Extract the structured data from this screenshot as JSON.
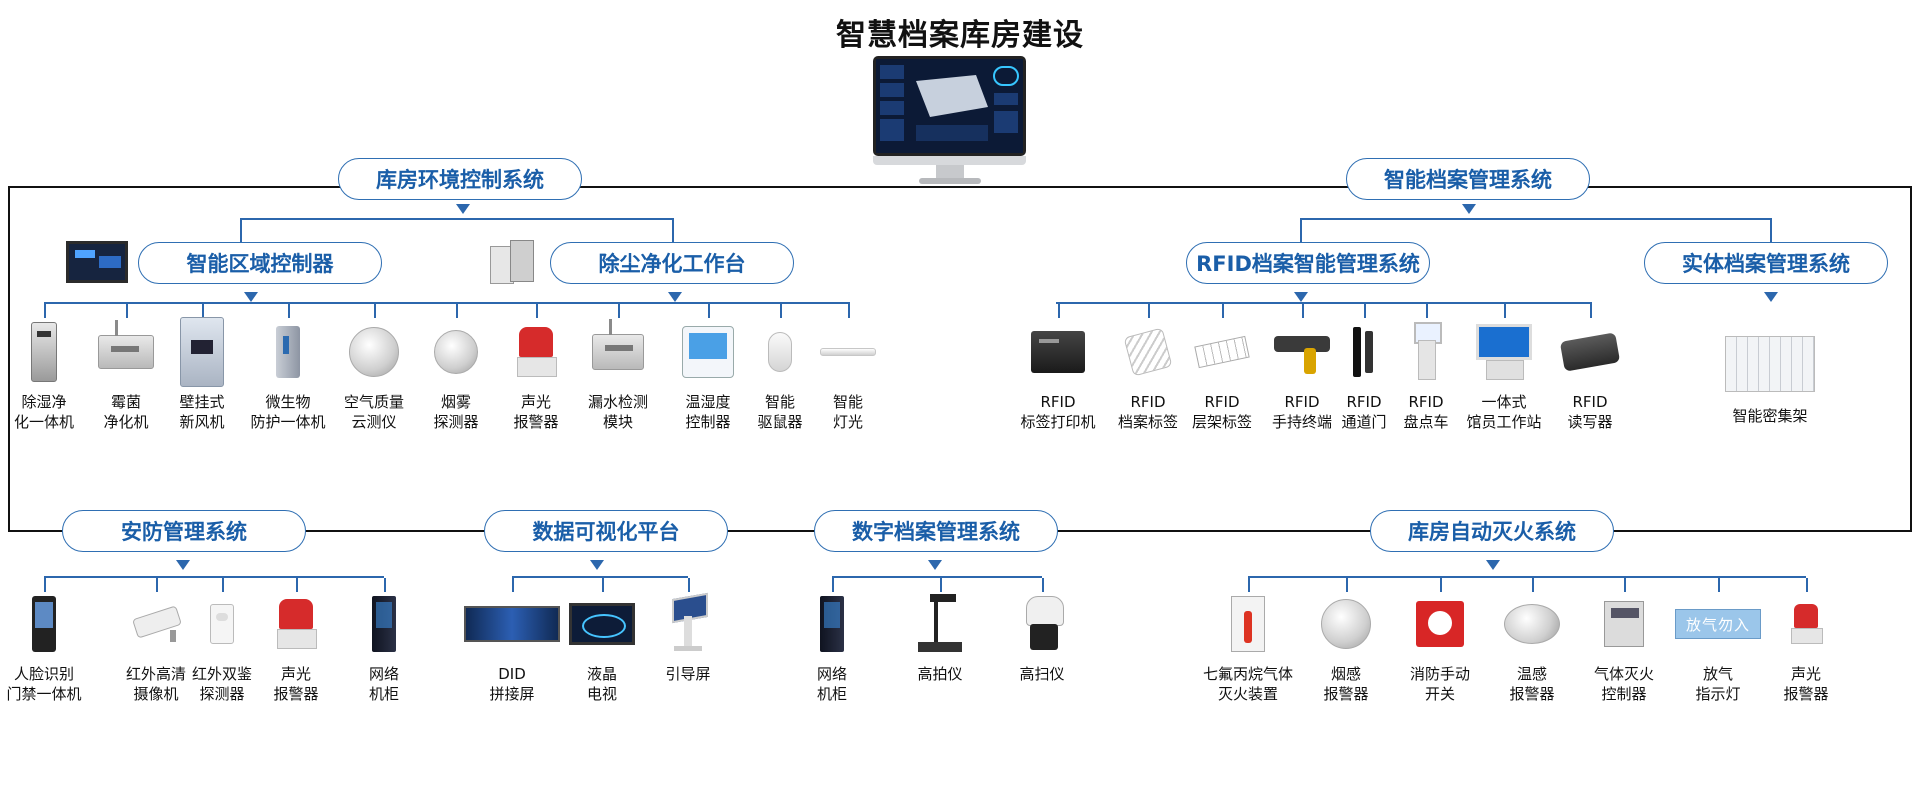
{
  "title": "智慧档案库房建设",
  "icons": {
    "monitor": "dashboard-monitor-icon",
    "controller_panel": "control-panel-icon",
    "dust_workbench": "purification-workbench-icon"
  },
  "colors": {
    "accent": "#1a5ea8",
    "line": "#2c67ad",
    "frame": "#111111"
  },
  "groups": {
    "env": {
      "title": "库房环境控制系统",
      "sub1": "智能区域控制器",
      "sub2": "除尘净化工作台",
      "items": [
        {
          "l1": "除湿净",
          "l2": "化一体机",
          "icon": "dehumidifier-icon"
        },
        {
          "l1": "霉菌",
          "l2": "净化机",
          "icon": "mold-purifier-icon"
        },
        {
          "l1": "壁挂式",
          "l2": "新风机",
          "icon": "fresh-air-unit-icon"
        },
        {
          "l1": "微生物",
          "l2": "防护一体机",
          "icon": "microbe-protector-icon"
        },
        {
          "l1": "空气质量",
          "l2": "云测仪",
          "icon": "air-quality-sensor-icon"
        },
        {
          "l1": "烟雾",
          "l2": "探测器",
          "icon": "smoke-detector-icon"
        },
        {
          "l1": "声光",
          "l2": "报警器",
          "icon": "siren-icon"
        },
        {
          "l1": "漏水检测",
          "l2": "模块",
          "icon": "water-leak-module-icon"
        },
        {
          "l1": "温湿度",
          "l2": "控制器",
          "icon": "thermostat-icon"
        },
        {
          "l1": "智能",
          "l2": "驱鼠器",
          "icon": "rodent-repeller-icon"
        },
        {
          "l1": "智能",
          "l2": "灯光",
          "icon": "smart-light-icon"
        }
      ]
    },
    "archive": {
      "title": "智能档案管理系统",
      "sub1": "RFID档案智能管理系统",
      "sub2": "实体档案管理系统",
      "items": [
        {
          "l1": "RFID",
          "l2": "标签打印机",
          "icon": "label-printer-icon"
        },
        {
          "l1": "RFID",
          "l2": "档案标签",
          "icon": "archive-tag-icon"
        },
        {
          "l1": "RFID",
          "l2": "层架标签",
          "icon": "shelf-tag-icon"
        },
        {
          "l1": "RFID",
          "l2": "手持终端",
          "icon": "handheld-terminal-icon"
        },
        {
          "l1": "RFID",
          "l2": "通道门",
          "icon": "channel-gate-icon"
        },
        {
          "l1": "RFID",
          "l2": "盘点车",
          "icon": "inventory-cart-icon"
        },
        {
          "l1": "一体式",
          "l2": "馆员工作站",
          "icon": "workstation-icon"
        },
        {
          "l1": "RFID",
          "l2": "读写器",
          "icon": "reader-writer-icon"
        }
      ],
      "single": {
        "l1": "智能密集架",
        "icon": "compact-shelving-icon"
      }
    },
    "security": {
      "title": "安防管理系统",
      "items": [
        {
          "l1": "人脸识别",
          "l2": "门禁一体机",
          "icon": "face-access-icon"
        },
        {
          "l1": "红外高清",
          "l2": "摄像机",
          "icon": "ir-camera-icon"
        },
        {
          "l1": "红外双鉴",
          "l2": "探测器",
          "icon": "pir-detector-icon"
        },
        {
          "l1": "声光",
          "l2": "报警器",
          "icon": "siren-icon"
        },
        {
          "l1": "网络",
          "l2": "机柜",
          "icon": "network-cabinet-icon"
        }
      ]
    },
    "visual": {
      "title": "数据可视化平台",
      "items": [
        {
          "l1": "DID",
          "l2": "拼接屏",
          "icon": "video-wall-icon"
        },
        {
          "l1": "液晶",
          "l2": "电视",
          "icon": "lcd-tv-icon"
        },
        {
          "l1": "引导屏",
          "l2": "",
          "icon": "guide-screen-icon"
        }
      ]
    },
    "digital": {
      "title": "数字档案管理系统",
      "items": [
        {
          "l1": "网络",
          "l2": "机柜",
          "icon": "network-cabinet-icon"
        },
        {
          "l1": "高拍仪",
          "l2": "",
          "icon": "document-camera-icon"
        },
        {
          "l1": "高扫仪",
          "l2": "",
          "icon": "high-speed-scanner-icon"
        }
      ]
    },
    "fire": {
      "title": "库房自动灭火系统",
      "items": [
        {
          "l1": "七氟丙烷气体",
          "l2": "灭火装置",
          "icon": "gas-extinguisher-icon"
        },
        {
          "l1": "烟感",
          "l2": "报警器",
          "icon": "smoke-alarm-icon"
        },
        {
          "l1": "消防手动",
          "l2": "开关",
          "icon": "manual-call-point-icon"
        },
        {
          "l1": "温感",
          "l2": "报警器",
          "icon": "heat-detector-icon"
        },
        {
          "l1": "气体灭火",
          "l2": "控制器",
          "icon": "gas-control-panel-icon"
        },
        {
          "l1": "放气",
          "l2": "指示灯",
          "icon": "release-indicator-icon"
        },
        {
          "l1": "声光",
          "l2": "报警器",
          "icon": "siren-icon"
        }
      ],
      "sign_text": "放气勿入"
    }
  }
}
